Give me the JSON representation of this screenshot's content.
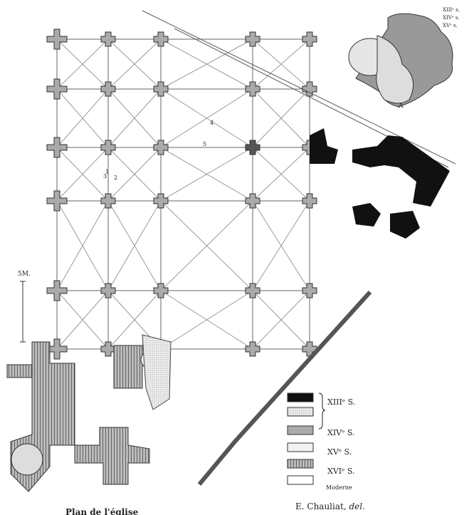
{
  "title": "Plan de l'église",
  "credit": {
    "name": "E. Chauliat,",
    "suffix": "del."
  },
  "scale_label": "5M.",
  "inset": {
    "mark": "A",
    "legend": [
      "XIIIᵉ s.",
      "XIVᵉ s.",
      "XVᵉ s."
    ]
  },
  "plan_numbers": [
    "1",
    "2",
    "3",
    "4",
    "5"
  ],
  "legend": [
    {
      "label": "XIIIᵉ S.",
      "pattern": "black"
    },
    {
      "label": "",
      "pattern": "dotted"
    },
    {
      "label": "XIVᵉ S.",
      "pattern": "grey"
    },
    {
      "label": "XVᵉ S.",
      "pattern": "light"
    },
    {
      "label": "XVIᵉ S.",
      "pattern": "hatched"
    },
    {
      "label": "Moderne",
      "pattern": "white"
    }
  ]
}
